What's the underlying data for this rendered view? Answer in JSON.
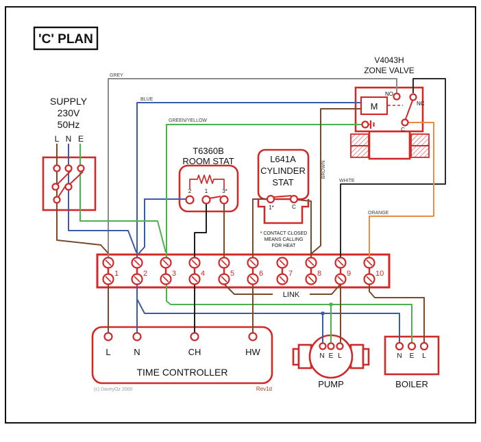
{
  "title": "'C' PLAN",
  "supply": {
    "title_lines": [
      "SUPPLY",
      "230V",
      "50Hz"
    ],
    "terminals": [
      "L",
      "N",
      "E"
    ]
  },
  "zone_valve": {
    "model": "V4043H",
    "name": "ZONE VALVE",
    "motor": "M",
    "no": "NO",
    "nc": "NC",
    "c": "C"
  },
  "room_stat": {
    "model": "T6360B",
    "name": "ROOM STAT",
    "terminals": [
      "2",
      "1",
      "3*"
    ]
  },
  "cylinder_stat": {
    "model": "L641A",
    "name_lines": [
      "CYLINDER",
      "STAT"
    ],
    "terminals": [
      "1*",
      "C"
    ],
    "note_lines": [
      "* CONTACT CLOSED",
      "MEANS CALLING",
      "FOR HEAT"
    ]
  },
  "terminal_strip": {
    "numbers": [
      "1",
      "2",
      "3",
      "4",
      "5",
      "6",
      "7",
      "8",
      "9",
      "10"
    ],
    "link_label": "LINK"
  },
  "time_controller": {
    "name": "TIME CONTROLLER",
    "terminals": [
      "L",
      "N",
      "CH",
      "HW"
    ],
    "copyright": "(c) DaveyOz 2000",
    "revision": "Rev1d"
  },
  "pump": {
    "name": "PUMP",
    "terminals": [
      "N",
      "E",
      "L"
    ]
  },
  "boiler": {
    "name": "BOILER",
    "terminals": [
      "N",
      "E",
      "L"
    ]
  },
  "wire_labels": {
    "grey": "GREY",
    "blue": "BLUE",
    "green_yellow": "GREEN/YELLOW",
    "brown": "BROWN",
    "white": "WHITE",
    "orange": "ORANGE"
  },
  "colors": {
    "component_red": "#d02828",
    "wire_brown": "#7a4a28",
    "wire_blue": "#3b5ba5",
    "wire_green": "#4caf50",
    "wire_grey": "#8a8a8a",
    "wire_black": "#1c1c1c",
    "wire_white_drawn": "#2a2a2a",
    "wire_orange": "#ee8a40",
    "text": "#111111"
  }
}
